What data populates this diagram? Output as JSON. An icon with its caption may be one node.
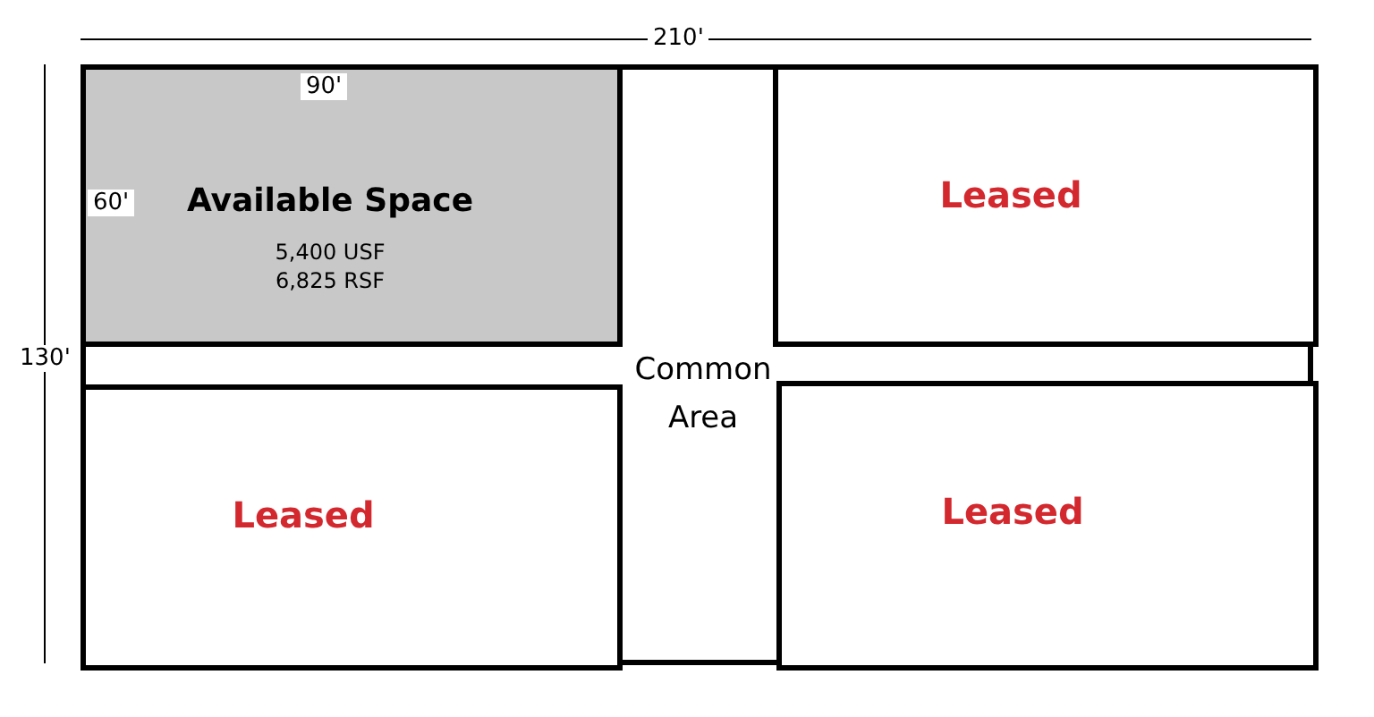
{
  "diagram": {
    "nodes": [
      {
        "text": [
          "Common Area"
        ]
      },
      {
        "text": [
          "Available Space",
          "5,400 USF 6,825 RSF"
        ],
        "in": 0
      },
      {
        "text": [
          "Leased"
        ],
        "in": 0
      },
      {
        "text": [
          "Leased"
        ],
        "in": 0
      },
      {
        "text": [
          "Leased"
        ],
        "in": 0
      }
    ],
    "labels": [
      "210'",
      "90'",
      "60'",
      "130'"
    ]
  }
}
